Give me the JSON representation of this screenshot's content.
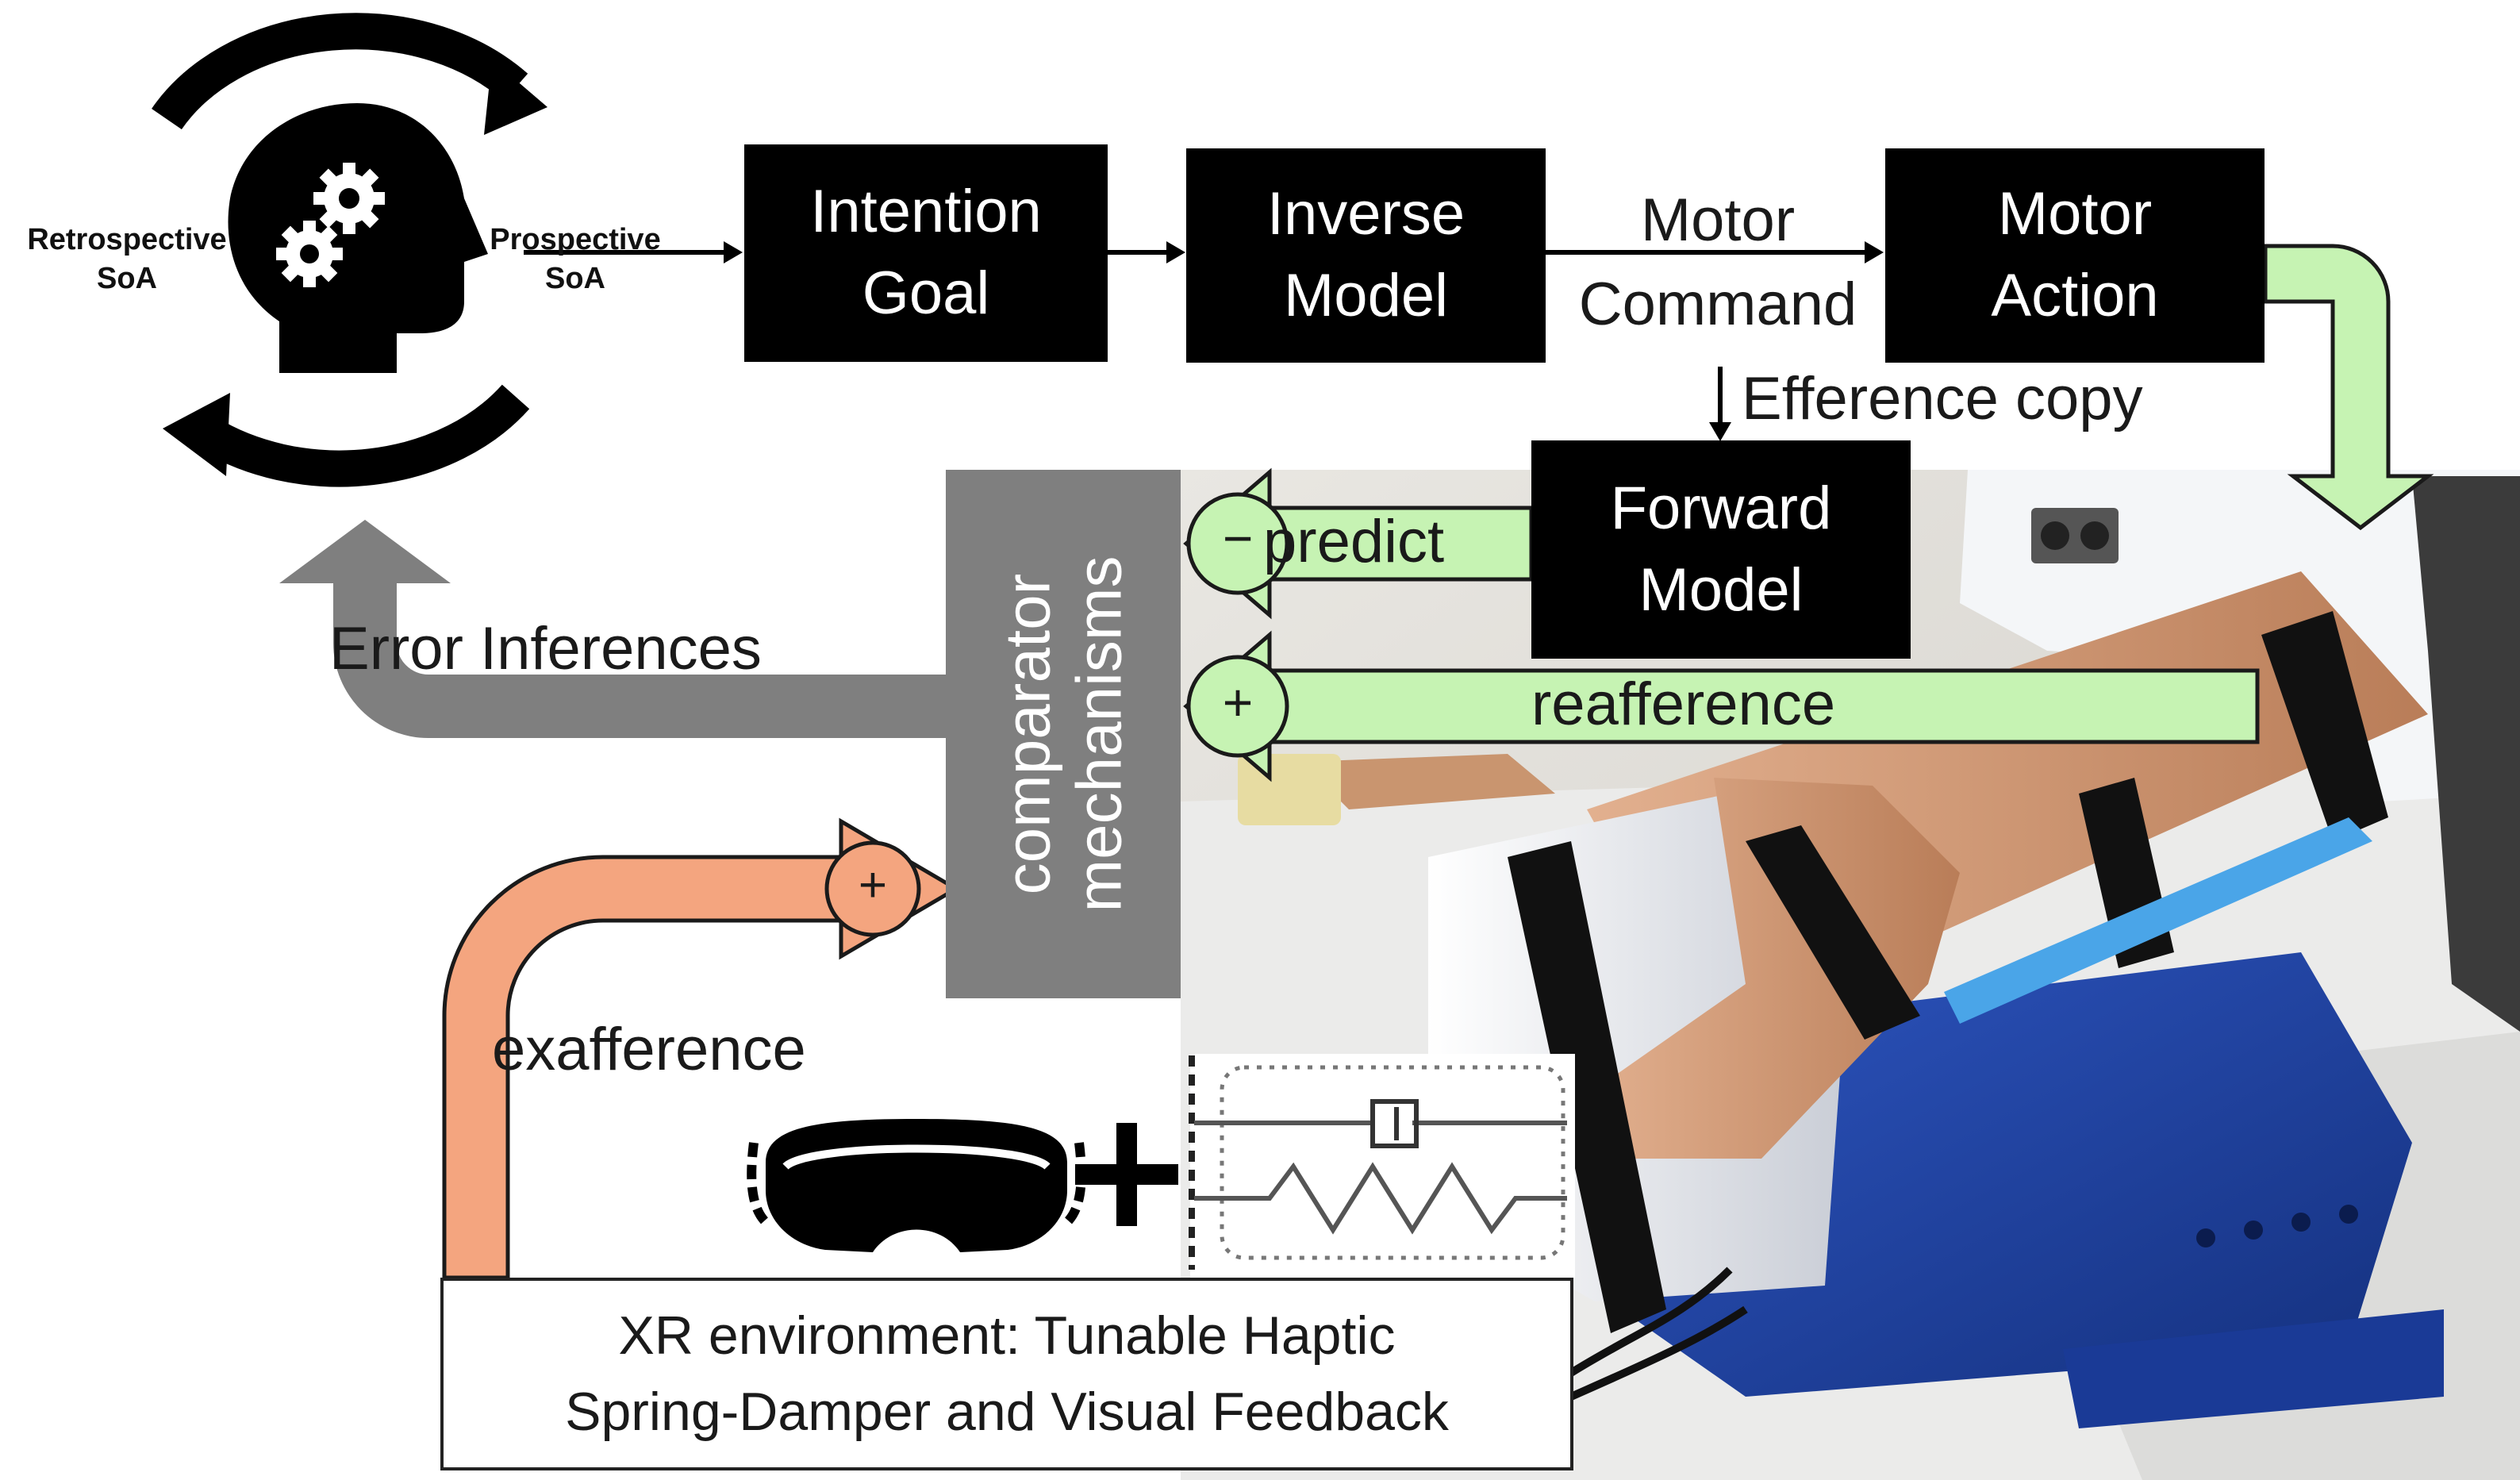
{
  "head": {
    "retrospective": [
      "Retrospective",
      "SoA"
    ],
    "prospective": [
      "Prospective",
      "SoA"
    ]
  },
  "blocks": {
    "intention": [
      "Intention",
      "Goal"
    ],
    "inverse": [
      "Inverse",
      "Model"
    ],
    "motor_action": [
      "Motor",
      "Action"
    ],
    "forward": [
      "Forward",
      "Model"
    ]
  },
  "labels": {
    "motor_command": [
      "Motor",
      "Command"
    ],
    "efference_copy": "Efference copy",
    "predict": "predict",
    "reafference": "reafference",
    "error_inferences": "Error Inferences",
    "exafference": "exafference",
    "minus_sign": "−",
    "plus_sign": "+"
  },
  "comparator": [
    "comparator",
    "mechanisms"
  ],
  "caption": [
    "XR environment: Tunable Haptic",
    "Spring-Damper and Visual Feedback"
  ],
  "colors": {
    "green": "#c6f3b3",
    "orange": "#f4a57f",
    "gray": "#7f7f7f",
    "block": "#000000",
    "robot_blue": "#1d3f9e"
  }
}
